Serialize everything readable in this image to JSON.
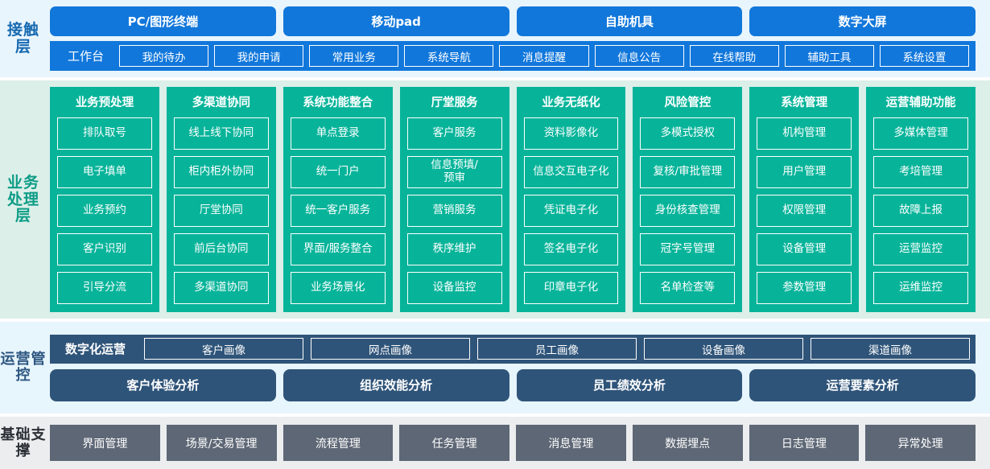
{
  "layers": {
    "contact": {
      "label": "接触层",
      "channels": [
        "PC/图形终端",
        "移动pad",
        "自助机具",
        "数字大屏"
      ],
      "workbench_title": "工作台",
      "workbench_items": [
        "我的待办",
        "我的申请",
        "常用业务",
        "系统导航",
        "消息提醒",
        "信息公告",
        "在线帮助",
        "辅助工具",
        "系统设置"
      ]
    },
    "business": {
      "label": "业务处理层",
      "columns": [
        {
          "title": "业务预处理",
          "items": [
            "排队取号",
            "电子填单",
            "业务预约",
            "客户识别",
            "引导分流"
          ]
        },
        {
          "title": "多渠道协同",
          "items": [
            "线上线下协同",
            "柜内柜外协同",
            "厅堂协同",
            "前后台协同",
            "多渠道协同"
          ]
        },
        {
          "title": "系统功能整合",
          "items": [
            "单点登录",
            "统一门户",
            "统一客户服务",
            "界面/服务整合",
            "业务场景化"
          ]
        },
        {
          "title": "厅堂服务",
          "items": [
            "客户服务",
            "信息预填/\n预审",
            "营销服务",
            "秩序维护",
            "设备监控"
          ]
        },
        {
          "title": "业务无纸化",
          "items": [
            "资料影像化",
            "信息交互电子化",
            "凭证电子化",
            "签名电子化",
            "印章电子化"
          ]
        },
        {
          "title": "风险管控",
          "items": [
            "多模式授权",
            "复核/审批管理",
            "身份核查管理",
            "冠字号管理",
            "名单检查等"
          ]
        },
        {
          "title": "系统管理",
          "items": [
            "机构管理",
            "用户管理",
            "权限管理",
            "设备管理",
            "参数管理"
          ]
        },
        {
          "title": "运营辅助功能",
          "items": [
            "多媒体管理",
            "考培管理",
            "故障上报",
            "运营监控",
            "运维监控"
          ]
        }
      ]
    },
    "ops": {
      "label": "运营管控",
      "digital_ops_title": "数字化运营",
      "portraits": [
        "客户画像",
        "网点画像",
        "员工画像",
        "设备画像",
        "渠道画像"
      ],
      "analyses": [
        "客户体验分析",
        "组织效能分析",
        "员工绩效分析",
        "运营要素分析"
      ]
    },
    "base": {
      "label": "基础支撑",
      "items": [
        "界面管理",
        "场景/交易管理",
        "流程管理",
        "任务管理",
        "消息管理",
        "数据埋点",
        "日志管理",
        "异常处理"
      ]
    }
  },
  "colors": {
    "contact_bg": "#e9f5fd",
    "contact_blue": "#1177db",
    "business_bg": "#dcefe9",
    "business_green": "#07b49a",
    "ops_bg": "#e7f5fd",
    "ops_navy": "#2f5479",
    "base_bg": "#ebedef",
    "base_gray": "#5e6775"
  }
}
